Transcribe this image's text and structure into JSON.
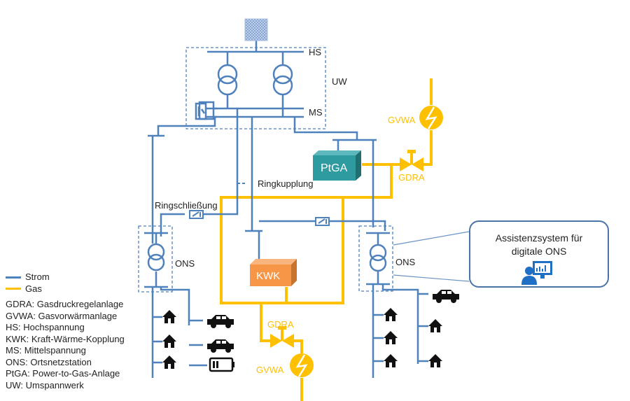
{
  "colors": {
    "strom": "#4F81BD",
    "gas": "#FFC000",
    "ptga": "#2E9BA0",
    "kwk": "#F79646"
  },
  "labels": {
    "hs": "HS",
    "ms": "MS",
    "uw": "UW",
    "gvwa_top": "GVWA",
    "gdra_top": "GDRA",
    "ptga": "PtGA",
    "kwk": "KWK",
    "ringkupplung": "Ringkupplung",
    "ringschliessung": "Ringschließung",
    "ons_left": "ONS",
    "ons_right": "ONS",
    "gdra_bottom": "GDRA",
    "gvwa_bottom": "GVWA"
  },
  "assistant_box": {
    "line1": "Assistenzsystem für",
    "line2": "digitale ONS",
    "icon": "user-monitor-chart-icon"
  },
  "legend": {
    "series": [
      {
        "label": "Strom",
        "color": "#4F81BD"
      },
      {
        "label": "Gas",
        "color": "#FFC000"
      }
    ],
    "abbreviations": [
      "GDRA: Gasdruckregelanlage",
      "GVWA: Gasvorwärmanlage",
      "HS: Hochspannung",
      "KWK: Kraft-Wärme-Kopplung",
      "MS: Mittelspannung",
      "ONS: Ortsnetzstation",
      "PtGA: Power-to-Gas-Anlage",
      "UW: Umspannwerk"
    ]
  }
}
